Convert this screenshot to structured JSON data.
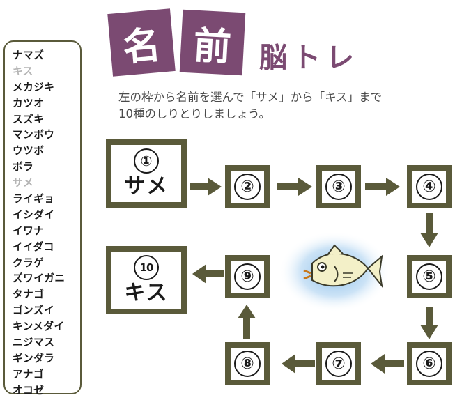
{
  "title": {
    "char1": "名",
    "char2": "前",
    "subtitle": "脳トレ"
  },
  "instructions": "左の枠から名前を選んで「サメ」から「キス」まで\n10種のしりとりしましょう。",
  "word_list": [
    {
      "text": "ナマズ",
      "used": false
    },
    {
      "text": "キス",
      "used": true
    },
    {
      "text": "メカジキ",
      "used": false
    },
    {
      "text": "カツオ",
      "used": false
    },
    {
      "text": "スズキ",
      "used": false
    },
    {
      "text": "マンボウ",
      "used": false
    },
    {
      "text": "ウツボ",
      "used": false
    },
    {
      "text": "ボラ",
      "used": false
    },
    {
      "text": "サメ",
      "used": true
    },
    {
      "text": "ライギョ",
      "used": false
    },
    {
      "text": "イシダイ",
      "used": false
    },
    {
      "text": "イワナ",
      "used": false
    },
    {
      "text": "イイダコ",
      "used": false
    },
    {
      "text": "クラゲ",
      "used": false
    },
    {
      "text": "ズワイガニ",
      "used": false
    },
    {
      "text": "タナゴ",
      "used": false
    },
    {
      "text": "ゴンズイ",
      "used": false
    },
    {
      "text": "キンメダイ",
      "used": false
    },
    {
      "text": "ニジマス",
      "used": false
    },
    {
      "text": "ギンダラ",
      "used": false
    },
    {
      "text": "アナゴ",
      "used": false
    },
    {
      "text": "オコゼ",
      "used": false
    }
  ],
  "boxes": [
    {
      "num": "①",
      "word": "サメ"
    },
    {
      "num": "②",
      "word": ""
    },
    {
      "num": "③",
      "word": ""
    },
    {
      "num": "④",
      "word": ""
    },
    {
      "num": "⑤",
      "word": ""
    },
    {
      "num": "⑥",
      "word": ""
    },
    {
      "num": "⑦",
      "word": ""
    },
    {
      "num": "⑧",
      "word": ""
    },
    {
      "num": "⑨",
      "word": ""
    },
    {
      "num": "10",
      "word": "キス"
    }
  ],
  "colors": {
    "frame": "#5a5a3a",
    "title_tile": "#7b4a72",
    "used_word": "#b5b5b5",
    "fish_glow": "#7fb8e8"
  },
  "icons": {
    "fish": "fish-illustration",
    "arrow": "arrow-right"
  }
}
